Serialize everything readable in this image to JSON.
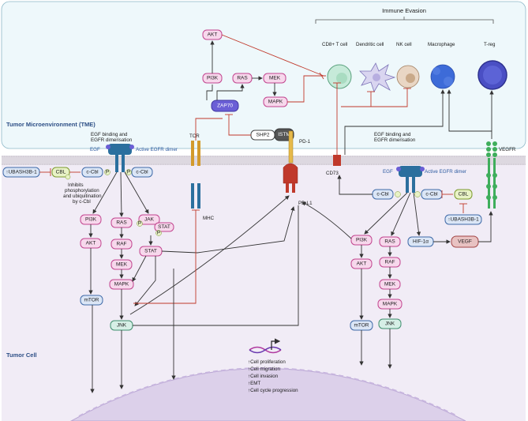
{
  "header": {
    "immune_evasion": "Immune Evasion"
  },
  "regions": {
    "tme": "Tumor Microenvironment (TME)",
    "tumor_cell": "Tumor Cell"
  },
  "immune_cells": [
    "CD8+ T cell",
    "Dendritic cell",
    "NK cell",
    "Macrophage",
    "T-reg"
  ],
  "tme_nodes": {
    "akt": "AKT",
    "pi3k": "PI3K",
    "ras": "RAS",
    "mek": "MEK",
    "mapk": "MAPK",
    "zap70": "ZAP70",
    "shp2": "SHP2",
    "istm": "ISTM",
    "pd1": "PD-1",
    "tcr": "TCR"
  },
  "left": {
    "egf_title": "EGF binding and\nEGFR dimerisation",
    "egf": "EGF",
    "dimer": "Active EGFR dimer",
    "ubash": "↑UBASH3B-1",
    "cbl": "CBL",
    "ccbl1": "c-Cbl",
    "ccbl2": "c-Cbl",
    "p": "P",
    "inhibit_note": "Inhibits\nphosphorylation\nand ubiquitination\nby c-Cbl",
    "pi3k": "PI3K",
    "akt": "AKT",
    "mtor": "mTOR",
    "ras": "RAS",
    "raf": "RAF",
    "mek": "MEK",
    "mapk": "MAPK",
    "jnk": "JNK",
    "jak": "JAK",
    "stat1": "STAT",
    "stat2": "STAT",
    "mhc": "MHC"
  },
  "center": {
    "pdl1": "PD-L1",
    "cd73": "CD73"
  },
  "right": {
    "egf_title": "EGF binding and\nEGFR dimerisation",
    "egf": "EGF",
    "dimer": "Active EGFR dimer",
    "ccbl1": "c-Cbl",
    "ccbl2": "c-Cbl",
    "cbl": "CBL",
    "ubash": "↑UBASH3B-1",
    "pi3k": "PI3K",
    "akt": "AKT",
    "mtor": "mTOR",
    "ras": "RAS",
    "raf": "RAF",
    "mek": "MEK",
    "mapk": "MAPK",
    "jnk": "JNK",
    "hif": "HIF-1α",
    "vegf": "VEGF",
    "vegfr": "VEGFR"
  },
  "outcomes": [
    "↑Cell proliferation",
    "↑Cell migration",
    "↑Cell invasion",
    "↑EMT",
    "↑Cell cycle progression"
  ]
}
